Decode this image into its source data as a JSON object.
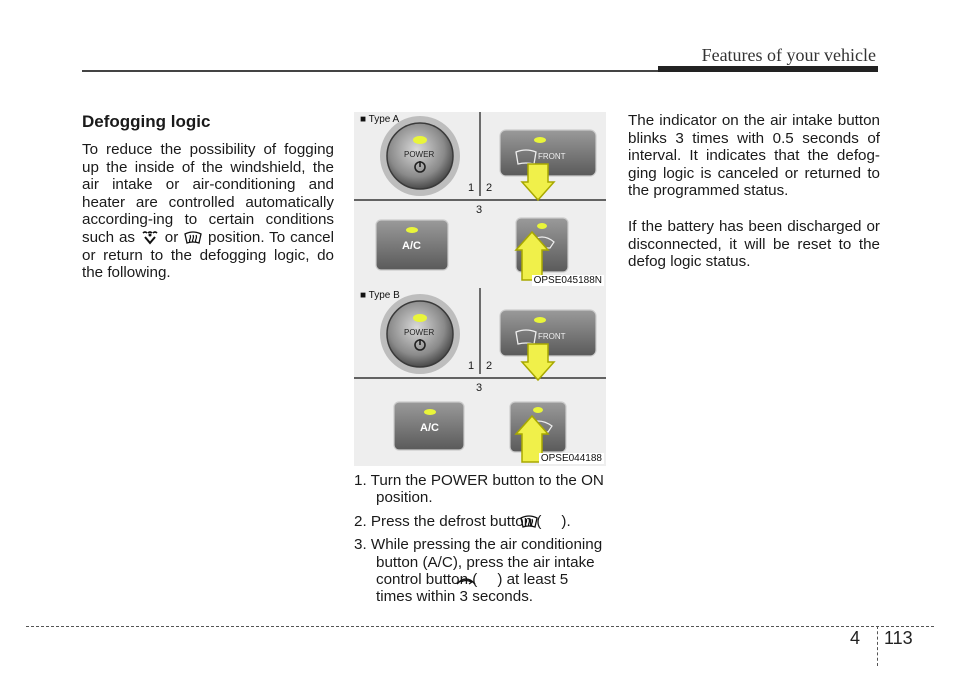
{
  "header": {
    "title": "Features of your vehicle"
  },
  "section": {
    "title": "Defogging logic",
    "intro_part1": "To reduce the possibility of fogging up the inside of the windshield, the air intake or air-conditioning and heater are controlled automatically according-ing to certain conditions such as",
    "intro_or": "or",
    "intro_part2": "position. To cancel or return to the defogging logic, do the following."
  },
  "figures": [
    {
      "label": "■ Type A",
      "code": "OPSE045188N",
      "button_power": "POWER",
      "button_front": "FRONT",
      "button_ac": "A/C",
      "num1": "1",
      "num2": "2",
      "num3": "3"
    },
    {
      "label": "■ Type B",
      "code": "OPSE044188",
      "button_power": "POWER",
      "button_front": "FRONT",
      "button_ac": "A/C",
      "num1": "1",
      "num2": "2",
      "num3": "3"
    }
  ],
  "steps": [
    {
      "text": "1. Turn the POWER button to the ON position."
    },
    {
      "text_before": "2. Press the defrost button (",
      "text_after": ")."
    },
    {
      "text_before": "3. While pressing the air conditioning button (A/C), press the air intake control button (",
      "text_after": ") at least 5 times within 3 seconds."
    }
  ],
  "right_column": {
    "para1": "The indicator on the air intake button blinks 3 times with 0.5 seconds of interval. It indicates that the defog-ging logic is canceled or returned to the programmed status.",
    "para2": "If the battery has been discharged or disconnected, it will be reset to the defog logic status."
  },
  "footer": {
    "chapter": "4",
    "page": "113"
  },
  "icons": [
    "defrost-foot-icon",
    "defrost-icon",
    "air-intake-icon",
    "power-icon",
    "arrow-up-icon"
  ],
  "colors": {
    "indicator": "#e9f53a",
    "arrow": "#f0f04a",
    "button_dark": "#4a4a4a",
    "panel": "#eeeeee"
  }
}
